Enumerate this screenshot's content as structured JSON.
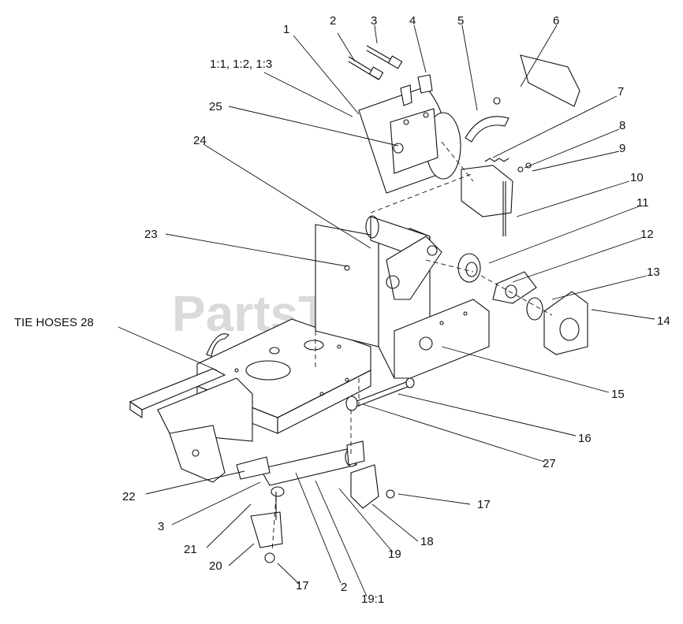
{
  "watermark": "PartsTree",
  "callouts": [
    {
      "id": "c1",
      "label": "1"
    },
    {
      "id": "c2a",
      "label": "2"
    },
    {
      "id": "c3a",
      "label": "3"
    },
    {
      "id": "c4",
      "label": "4"
    },
    {
      "id": "c5",
      "label": "5"
    },
    {
      "id": "c6",
      "label": "6"
    },
    {
      "id": "c7",
      "label": "7"
    },
    {
      "id": "c8",
      "label": "8"
    },
    {
      "id": "c9",
      "label": "9"
    },
    {
      "id": "c10",
      "label": "10"
    },
    {
      "id": "c11",
      "label": "11"
    },
    {
      "id": "c12",
      "label": "12"
    },
    {
      "id": "c13",
      "label": "13"
    },
    {
      "id": "c14",
      "label": "14"
    },
    {
      "id": "c15",
      "label": "15"
    },
    {
      "id": "c16",
      "label": "16"
    },
    {
      "id": "c17a",
      "label": "17"
    },
    {
      "id": "c17b",
      "label": "17"
    },
    {
      "id": "c18",
      "label": "18"
    },
    {
      "id": "c19",
      "label": "19"
    },
    {
      "id": "c191",
      "label": "19:1"
    },
    {
      "id": "c2b",
      "label": "2"
    },
    {
      "id": "c20",
      "label": "20"
    },
    {
      "id": "c21",
      "label": "21"
    },
    {
      "id": "c3b",
      "label": "3"
    },
    {
      "id": "c22",
      "label": "22"
    },
    {
      "id": "c23",
      "label": "23"
    },
    {
      "id": "c24",
      "label": "24"
    },
    {
      "id": "c25",
      "label": "25"
    },
    {
      "id": "c27",
      "label": "27"
    },
    {
      "id": "c11sub",
      "label": "1:1, 1:2, 1:3"
    },
    {
      "id": "c28",
      "label": "TIE HOSES 28"
    }
  ]
}
